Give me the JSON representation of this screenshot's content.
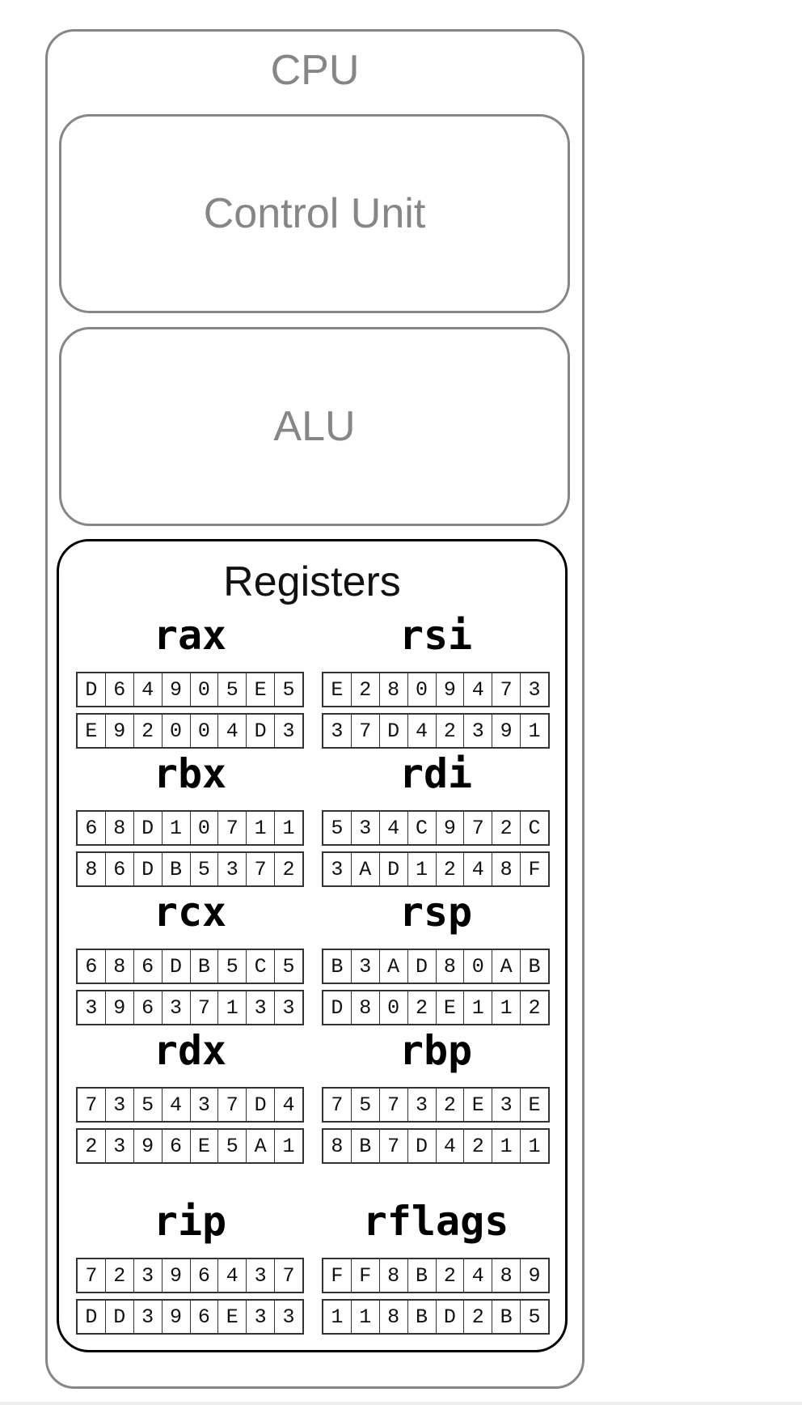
{
  "cpu": {
    "title": "CPU",
    "control_unit": "Control Unit",
    "alu": "ALU",
    "registers": {
      "title": "Registers",
      "items": [
        {
          "name": "rax",
          "rows": [
            [
              "D",
              "6",
              "4",
              "9",
              "0",
              "5",
              "E",
              "5"
            ],
            [
              "E",
              "9",
              "2",
              "0",
              "0",
              "4",
              "D",
              "3"
            ]
          ]
        },
        {
          "name": "rsi",
          "rows": [
            [
              "E",
              "2",
              "8",
              "0",
              "9",
              "4",
              "7",
              "3"
            ],
            [
              "3",
              "7",
              "D",
              "4",
              "2",
              "3",
              "9",
              "1"
            ]
          ]
        },
        {
          "name": "rbx",
          "rows": [
            [
              "6",
              "8",
              "D",
              "1",
              "0",
              "7",
              "1",
              "1"
            ],
            [
              "8",
              "6",
              "D",
              "B",
              "5",
              "3",
              "7",
              "2"
            ]
          ]
        },
        {
          "name": "rdi",
          "rows": [
            [
              "5",
              "3",
              "4",
              "C",
              "9",
              "7",
              "2",
              "C"
            ],
            [
              "3",
              "A",
              "D",
              "1",
              "2",
              "4",
              "8",
              "F"
            ]
          ]
        },
        {
          "name": "rcx",
          "rows": [
            [
              "6",
              "8",
              "6",
              "D",
              "B",
              "5",
              "C",
              "5"
            ],
            [
              "3",
              "9",
              "6",
              "3",
              "7",
              "1",
              "3",
              "3"
            ]
          ]
        },
        {
          "name": "rsp",
          "rows": [
            [
              "B",
              "3",
              "A",
              "D",
              "8",
              "0",
              "A",
              "B"
            ],
            [
              "D",
              "8",
              "0",
              "2",
              "E",
              "1",
              "1",
              "2"
            ]
          ]
        },
        {
          "name": "rdx",
          "rows": [
            [
              "7",
              "3",
              "5",
              "4",
              "3",
              "7",
              "D",
              "4"
            ],
            [
              "2",
              "3",
              "9",
              "6",
              "E",
              "5",
              "A",
              "1"
            ]
          ]
        },
        {
          "name": "rbp",
          "rows": [
            [
              "7",
              "5",
              "7",
              "3",
              "2",
              "E",
              "3",
              "E"
            ],
            [
              "8",
              "B",
              "7",
              "D",
              "4",
              "2",
              "1",
              "1"
            ]
          ]
        },
        {
          "name": "rip",
          "rows": [
            [
              "7",
              "2",
              "3",
              "9",
              "6",
              "4",
              "3",
              "7"
            ],
            [
              "D",
              "D",
              "3",
              "9",
              "6",
              "E",
              "3",
              "3"
            ]
          ]
        },
        {
          "name": "rflags",
          "rows": [
            [
              "F",
              "F",
              "8",
              "B",
              "2",
              "4",
              "8",
              "9"
            ],
            [
              "1",
              "1",
              "8",
              "B",
              "D",
              "2",
              "B",
              "5"
            ]
          ]
        }
      ]
    }
  }
}
